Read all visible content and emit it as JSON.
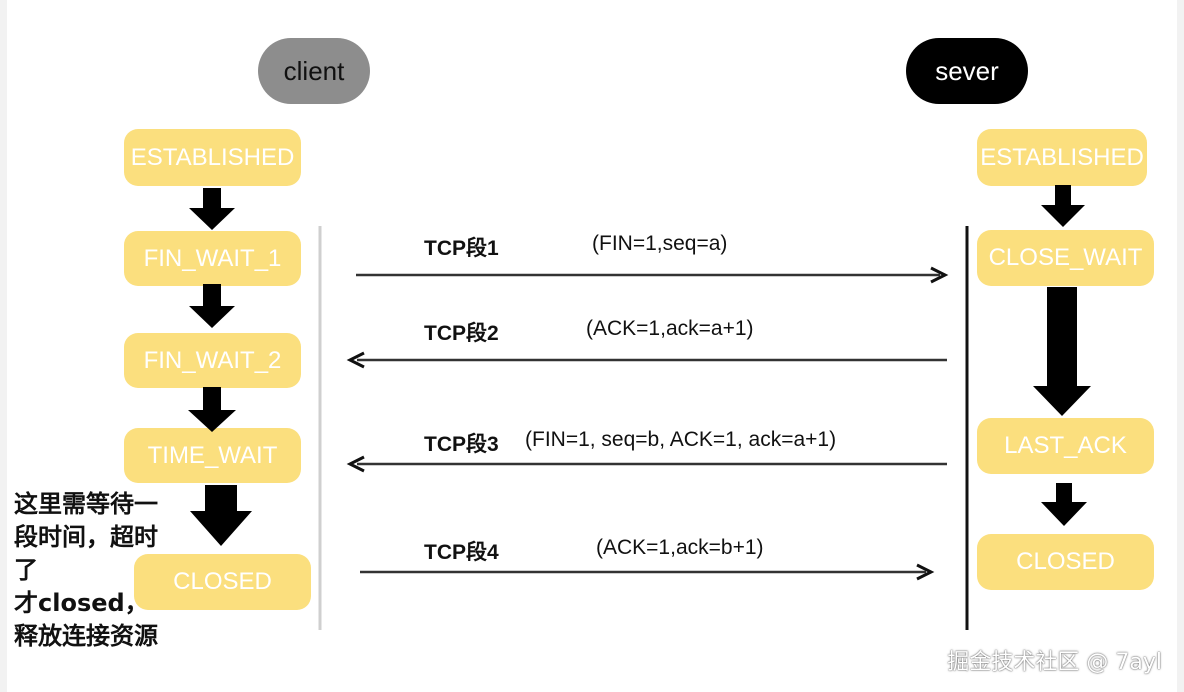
{
  "client": {
    "label": "client",
    "color": "#8d8d8d"
  },
  "server": {
    "label": "sever",
    "color": "#000000"
  },
  "state_color": "#fbdf7e",
  "client_states": [
    "ESTABLISHED",
    "FIN_WAIT_1",
    "FIN_WAIT_2",
    "TIME_WAIT",
    "CLOSED"
  ],
  "server_states": [
    "ESTABLISHED",
    "CLOSE_WAIT",
    "LAST_ACK",
    "CLOSED"
  ],
  "segments": [
    {
      "name": "TCP段1",
      "fields": "(FIN=1,seq=a)",
      "direction": "client-to-server"
    },
    {
      "name": "TCP段2",
      "fields": "(ACK=1,ack=a+1)",
      "direction": "server-to-client"
    },
    {
      "name": "TCP段3",
      "fields": "(FIN=1, seq=b, ACK=1, ack=a+1)",
      "direction": "server-to-client"
    },
    {
      "name": "TCP段4",
      "fields": "(ACK=1,ack=b+1)",
      "direction": "client-to-server"
    }
  ],
  "note": "这里需等待一\n段时间，超时\n了\n才closed，\n释放连接资源",
  "watermark": "掘金技术社区 @ 7ayl"
}
